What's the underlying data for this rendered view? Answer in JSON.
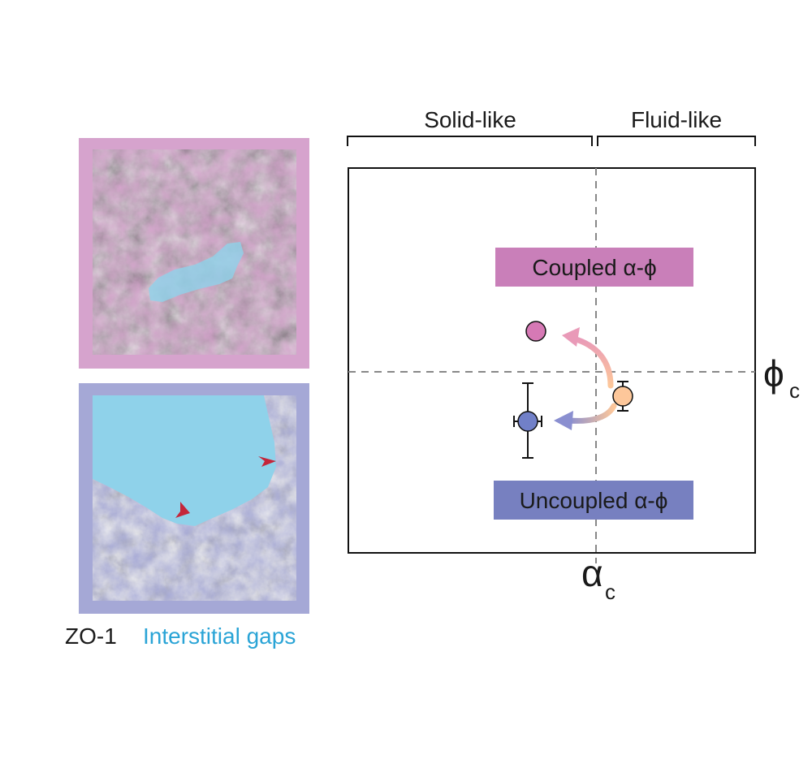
{
  "panels": {
    "top_frame_color": "#d6a3cd",
    "bottom_frame_color": "#a5a8d6",
    "gap_color": "#8fd2ea"
  },
  "legend": {
    "stain_label": "ZO-1",
    "gap_label": "Interstitial gaps",
    "gap_label_color": "#2aa4d6"
  },
  "regions": {
    "solid_label": "Solid-like",
    "fluid_label": "Fluid-like"
  },
  "boxes": {
    "coupled_label": "Coupled α-ϕ",
    "coupled_color": "#c97fb9",
    "uncoupled_label": "Uncoupled α-ϕ",
    "uncoupled_color": "#7780c0"
  },
  "axes": {
    "alpha_symbol": "α",
    "phi_symbol": "ϕ",
    "subscript": "c"
  },
  "points": {
    "coupled_color": "#d679b5",
    "uncoupled_color": "#7180c8",
    "origin_color": "#fdc79a",
    "arrow_up_color": "#e99ab8",
    "arrow_down_color": "#8a8fd0"
  }
}
